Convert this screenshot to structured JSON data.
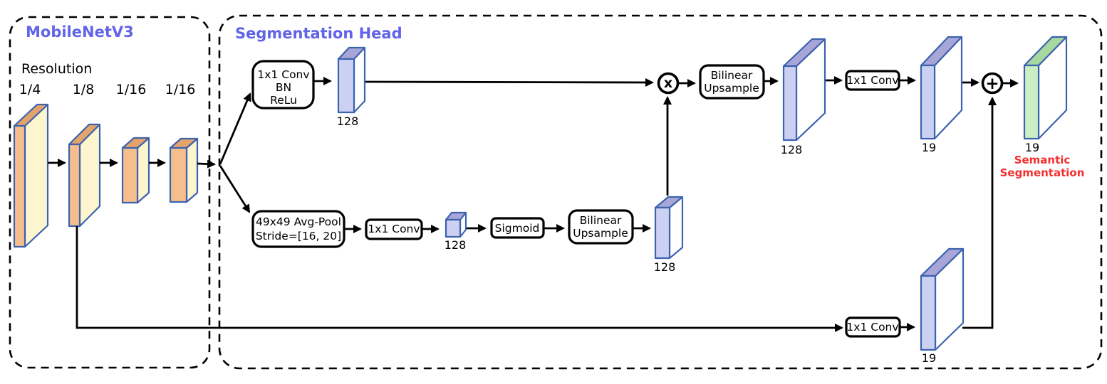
{
  "backbone": {
    "title": "MobileNetV3",
    "resolution_heading": "Resolution",
    "resolutions": [
      "1/4",
      "1/8",
      "1/16",
      "1/16"
    ]
  },
  "head": {
    "title": "Segmentation Head",
    "boxes": {
      "conv_bn_relu": {
        "line1": "1x1 Conv",
        "line2": "BN",
        "line3": "ReLu"
      },
      "avg_pool": {
        "line1": "49x49 Avg-Pool",
        "line2": "Stride=[16, 20]"
      },
      "conv_mid": {
        "label": "1x1 Conv"
      },
      "sigmoid": {
        "label": "Sigmoid"
      },
      "bilinear_mid": {
        "line1": "Bilinear",
        "line2": "Upsample"
      },
      "bilinear_top": {
        "line1": "Bilinear",
        "line2": "Upsample"
      },
      "conv_top": {
        "label": "1x1 Conv"
      },
      "conv_bottom": {
        "label": "1x1 Conv"
      }
    },
    "operators": {
      "multiply": "x",
      "add": "+"
    },
    "tensors": {
      "branch_top": "128",
      "pooled_cube": "128",
      "attention": "128",
      "upsampled": "128",
      "logits_top": "19",
      "output": "19",
      "skip": "19"
    },
    "output_caption": {
      "line1": "Semantic",
      "line2": "Segmentation"
    }
  },
  "colors": {
    "title-accent": "#6163e8",
    "caption-red": "#f52f2f",
    "block-orange": "#f6bd8d",
    "block-orange-dark": "#e5a36c",
    "block-yellow": "#fdf5cd",
    "block-lavender": "#ccd1f4",
    "block-purple": "#a8a6d8",
    "block-green": "#c9efc3",
    "block-green-dark": "#a6d89f",
    "block-white": "#ffffff",
    "outline-blue": "#3c63ae",
    "line-black": "#000000"
  }
}
